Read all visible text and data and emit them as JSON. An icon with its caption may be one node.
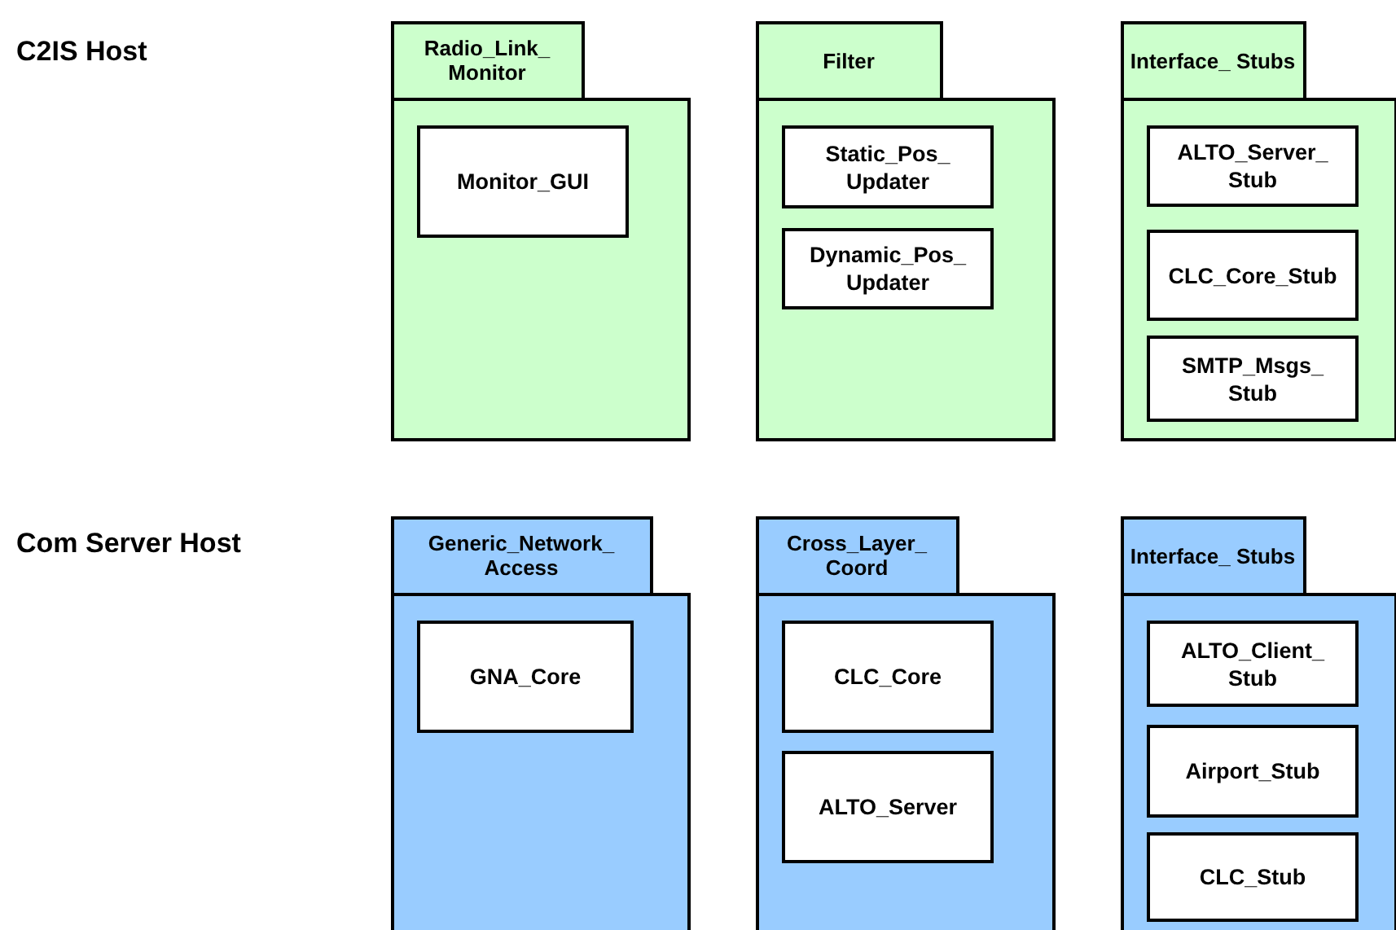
{
  "diagram": {
    "nodes": [
      {
        "text": [
          "Radio_Link_ Monitor"
        ]
      },
      {
        "text": [
          "Monitor_GUI"
        ],
        "in": 0
      },
      {
        "text": [
          "Filter"
        ]
      },
      {
        "text": [
          "Static_Pos_ Updater"
        ],
        "in": 2
      },
      {
        "text": [
          "Dynamic_Pos_ Updater"
        ],
        "in": 2
      },
      {
        "text": [
          "Interface_ Stubs"
        ]
      },
      {
        "text": [
          "ALTO_Server_ Stub"
        ],
        "in": 5
      },
      {
        "text": [
          "CLC_Core_Stub"
        ],
        "in": 5
      },
      {
        "text": [
          "SMTP_Msgs_ Stub"
        ],
        "in": 5
      },
      {
        "text": [
          "Generic_Network_ Access"
        ]
      },
      {
        "text": [
          "GNA_Core"
        ],
        "in": 9
      },
      {
        "text": [
          "Cross_Layer_ Coord"
        ]
      },
      {
        "text": [
          "CLC_Core"
        ],
        "in": 11
      },
      {
        "text": [
          "ALTO_Server"
        ],
        "in": 11
      },
      {
        "text": [
          "Interface_ Stubs"
        ]
      },
      {
        "text": [
          "ALTO_Client_ Stub"
        ],
        "in": 14
      },
      {
        "text": [
          "Airport_Stub"
        ],
        "in": 14
      },
      {
        "text": [
          "CLC_Stub"
        ],
        "in": 14
      }
    ],
    "edges": [],
    "labels": [
      "C2IS Host",
      "Com Server Host"
    ]
  }
}
